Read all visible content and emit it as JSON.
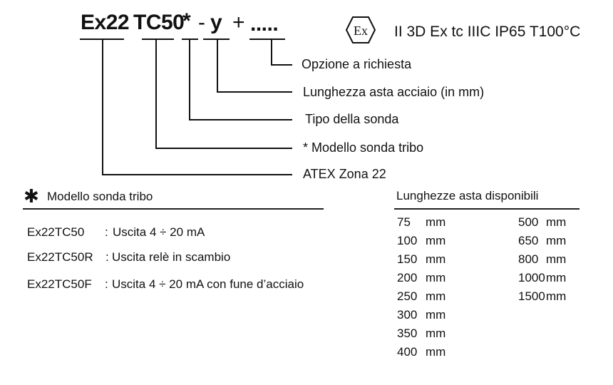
{
  "code": {
    "prefix": "Ex22",
    "model": "TC50",
    "star": "*",
    "dash": "-",
    "y": "y",
    "plus": "+",
    "dots": "....."
  },
  "certification": "II 3D Ex tc IIIC IP65 T100°C",
  "ex_mark": "Ex",
  "legend": [
    "Opzione a richiesta",
    "Lunghezza asta acciaio (in mm)",
    "Tipo della sonda",
    "* Modello sonda tribo",
    "ATEX Zona 22"
  ],
  "model_section": {
    "asterisk": "✱",
    "title": "Modello sonda tribo",
    "rows": [
      {
        "code": "Ex22TC50",
        "sep": ":",
        "desc": "Uscita 4 ÷ 20 mA"
      },
      {
        "code": "Ex22TC50R",
        "sep": ":",
        "desc": "Uscita relè in scambio"
      },
      {
        "code": "Ex22TC50F",
        "sep": ":",
        "desc": "Uscita 4 ÷ 20 mA con fune d’acciaio"
      }
    ]
  },
  "lengths_section": {
    "title": "Lunghezze asta disponibili",
    "col1": [
      "75",
      "100",
      "150",
      "200",
      "250",
      "300",
      "350",
      "400"
    ],
    "col2": [
      "500",
      "650",
      "800",
      "1000",
      "1500"
    ],
    "unit": "mm"
  }
}
